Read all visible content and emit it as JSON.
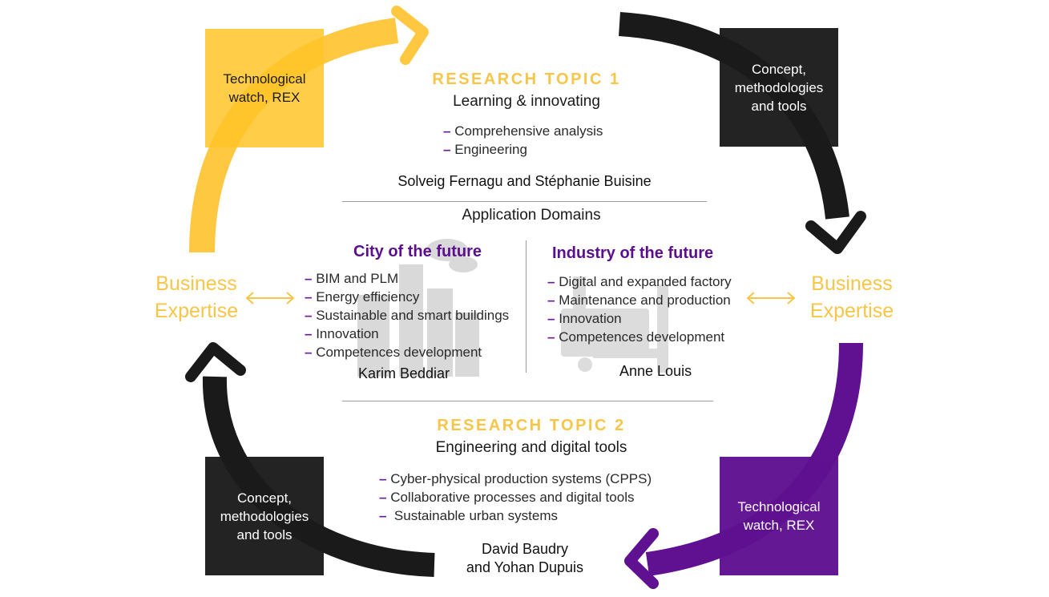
{
  "cycle_boxes": {
    "top_left": "Technological\nwatch, REX",
    "top_right": "Concept,\nmethodologies\nand tools",
    "bottom_left": "Concept,\nmethodologies\nand tools",
    "bottom_right": "Technological\nwatch, REX"
  },
  "business_expertise": {
    "left": "Business\nExpertise",
    "right": "Business\nExpertise"
  },
  "topic1": {
    "title": "RESEARCH TOPIC 1",
    "subtitle": "Learning & innovating",
    "bullets": [
      "Comprehensive analysis",
      "Engineering"
    ],
    "names": "Solveig Fernagu and Stéphanie Buisine"
  },
  "application_domains": {
    "heading": "Application Domains",
    "city": {
      "title": "City of the future",
      "bullets": [
        "BIM and PLM",
        "Energy efficiency",
        "Sustainable and smart buildings",
        "Innovation",
        "Competences development"
      ],
      "name": "Karim Beddiar"
    },
    "industry": {
      "title": "Industry of the future",
      "bullets": [
        "Digital and expanded factory",
        "Maintenance and production",
        "Innovation",
        "Competences development"
      ],
      "name": "Anne Louis"
    }
  },
  "topic2": {
    "title": "RESEARCH TOPIC 2",
    "subtitle": "Engineering and digital tools",
    "bullets": [
      "Cyber-physical production systems (CPPS)",
      "Collaborative processes and digital tools",
      " Sustainable urban systems"
    ],
    "names_line1": "David Baudry",
    "names_line2": "and Yohan Dupuis"
  },
  "colors": {
    "yellow": "#ffc428",
    "black": "#1a1a1a",
    "purple": "#5f1191",
    "title_yellow": "#f7c548",
    "domain_purple": "#5b0f8e"
  }
}
